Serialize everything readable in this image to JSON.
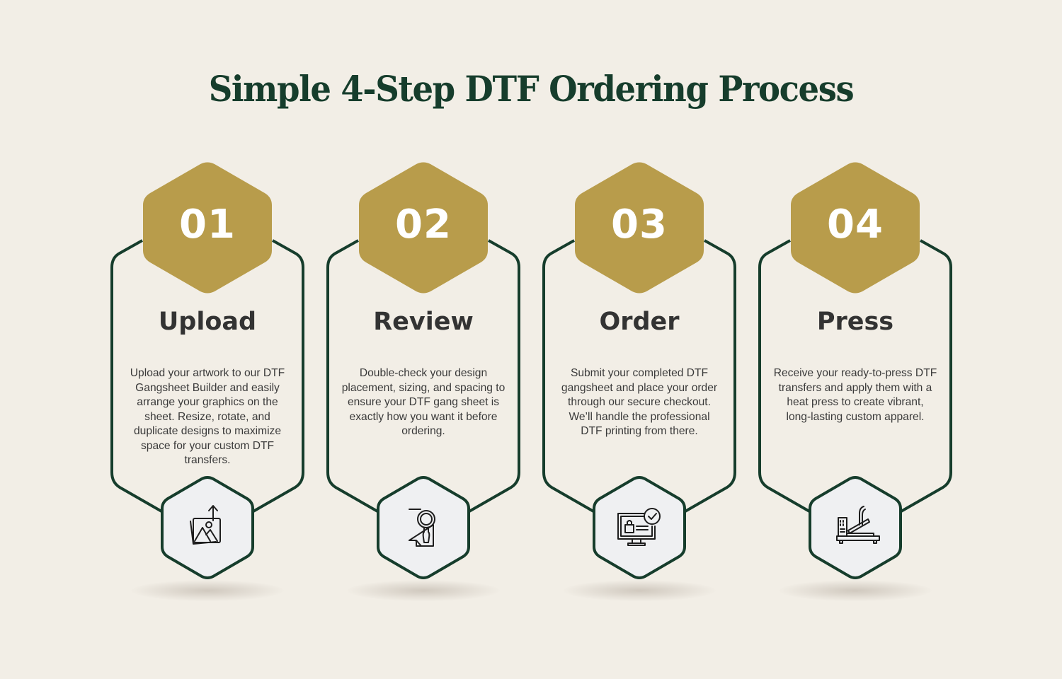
{
  "header": {
    "title": "Simple 4-Step DTF Ordering Process"
  },
  "colors": {
    "background": "#f2eee6",
    "title": "#163d2c",
    "frame_stroke": "#163d2c",
    "badge_fill": "#b89c4b",
    "icon_hex_fill": "#eff0f2",
    "text": "#333333"
  },
  "steps": [
    {
      "number": "01",
      "title": "Upload",
      "description": "Upload your artwork to our DTF Gangsheet Builder and easily arrange your graphics on the sheet. Resize, rotate, and duplicate designs to maximize space for your custom DTF transfers.",
      "icon": "image-upload-icon"
    },
    {
      "number": "02",
      "title": "Review",
      "description": "Double-check your design placement, sizing, and spacing to ensure your DTF gang sheet is exactly how you want it before ordering.",
      "icon": "document-magnifier-icon"
    },
    {
      "number": "03",
      "title": "Order",
      "description": "Submit your completed DTF gangsheet and place your order through our secure checkout. We’ll handle the professional DTF printing from there.",
      "icon": "online-checkout-icon"
    },
    {
      "number": "04",
      "title": "Press",
      "description": "Receive your ready-to-press DTF transfers and apply them with a heat press to create vibrant, long-lasting custom apparel.",
      "icon": "heat-press-icon"
    }
  ]
}
